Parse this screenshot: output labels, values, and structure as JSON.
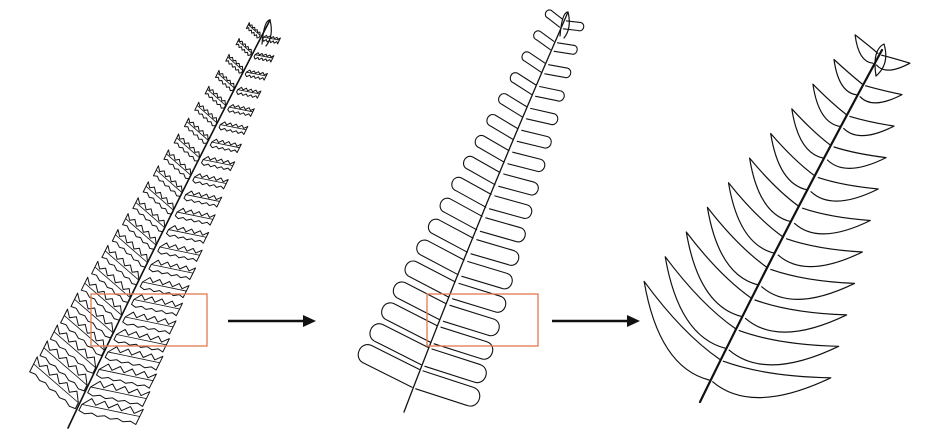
{
  "figure": {
    "panels": [
      {
        "id": "detailed",
        "leaflets_per_side": 22
      },
      {
        "id": "smoothed",
        "leaflets_per_side": 17
      },
      {
        "id": "simplified",
        "leaflets_per_side": 11
      }
    ],
    "arrow_count": 2,
    "highlight_color": "#e07a4f",
    "ink_color": "#111111"
  }
}
